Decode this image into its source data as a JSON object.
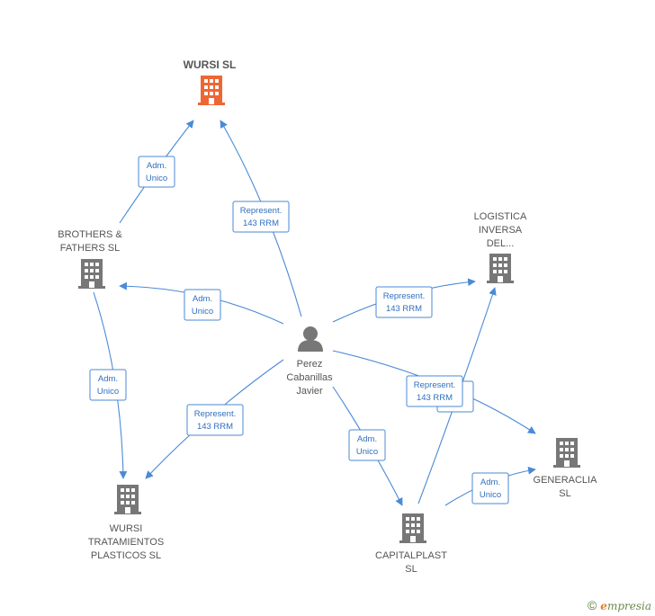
{
  "nodes": {
    "wursi": {
      "lines": [
        "WURSI SL"
      ],
      "color": "#ee6633"
    },
    "brothers": {
      "lines": [
        "BROTHERS &",
        "FATHERS  SL"
      ],
      "color": "#777777"
    },
    "logistica": {
      "lines": [
        "LOGISTICA",
        "INVERSA",
        "DEL..."
      ],
      "color": "#777777"
    },
    "person": {
      "lines": [
        "Perez",
        "Cabanillas",
        "Javier"
      ],
      "color": "#777777"
    },
    "generaclia": {
      "lines": [
        "GENERACLIA",
        "SL"
      ],
      "color": "#777777"
    },
    "wursi_trat": {
      "lines": [
        "WURSI",
        "TRATAMIENTOS",
        "PLASTICOS SL"
      ],
      "color": "#777777"
    },
    "capitalplast": {
      "lines": [
        "CAPITALPLAST",
        "SL"
      ],
      "color": "#777777"
    }
  },
  "edges": [
    {
      "id": "brothers-wursi",
      "lines": [
        "Adm.",
        "Unico"
      ]
    },
    {
      "id": "person-wursi",
      "lines": [
        "Represent.",
        "143 RRM"
      ]
    },
    {
      "id": "person-brothers",
      "lines": [
        "Adm.",
        "Unico"
      ]
    },
    {
      "id": "person-logistica",
      "lines": [
        "Represent.",
        "143 RRM"
      ]
    },
    {
      "id": "person-generaclia",
      "lines": [
        "Represent.",
        "143 RRM"
      ]
    },
    {
      "id": "brothers-wursitrat",
      "lines": [
        "Adm.",
        "Unico"
      ]
    },
    {
      "id": "person-wursitrat",
      "lines": [
        "Represent.",
        "143 RRM"
      ]
    },
    {
      "id": "person-capitalplast",
      "lines": [
        "Adm.",
        "Unico"
      ]
    },
    {
      "id": "capitalplast-generaclia",
      "lines": [
        "Adm.",
        "Unico"
      ]
    },
    {
      "id": "capitalplast-logistica",
      "lines": []
    }
  ],
  "footer": {
    "copyright": "©",
    "brand_e": "e",
    "brand_rest": "mpresia"
  },
  "colors": {
    "edge": "#4a8ad6",
    "company": "#777777",
    "highlight": "#ee6633"
  }
}
